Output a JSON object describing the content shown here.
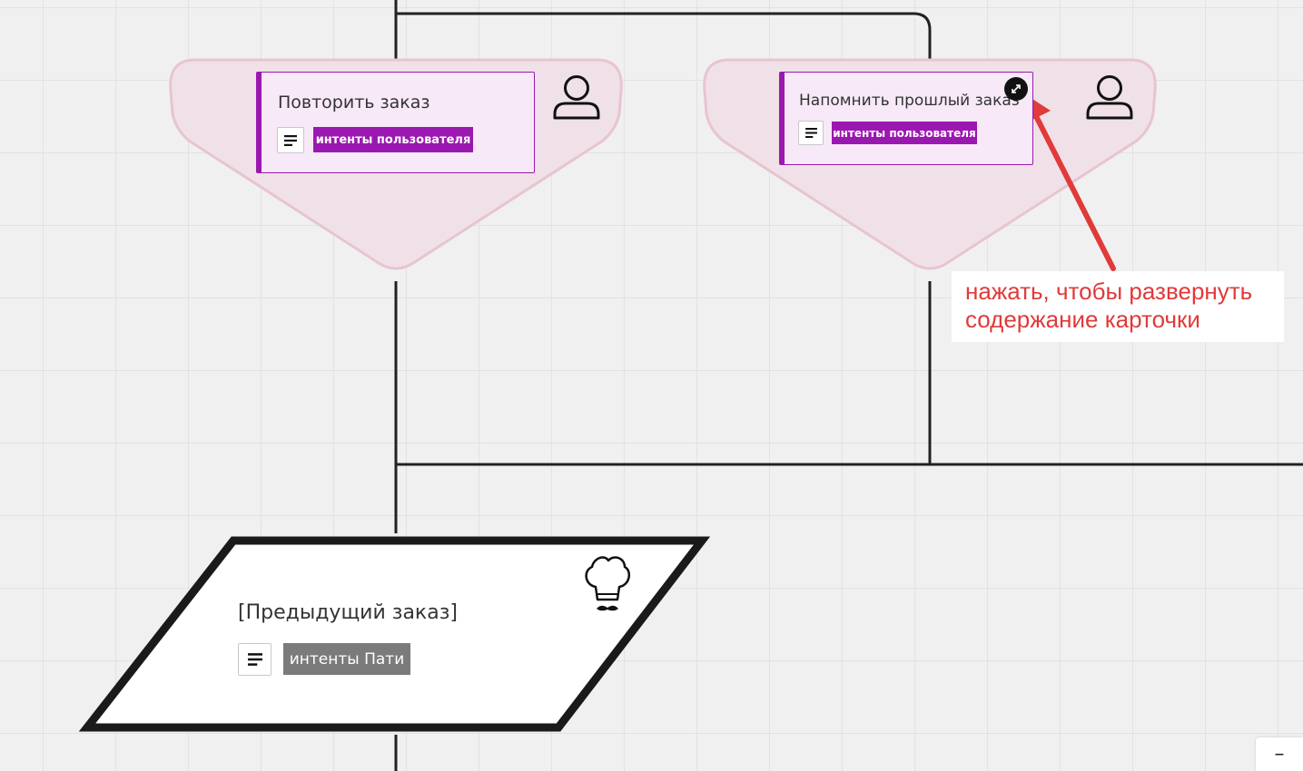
{
  "cards": {
    "repeat_order": {
      "title": "Повторить заказ",
      "tag": "интенты пользователя"
    },
    "remind_order": {
      "title": "Напомнить прошлый заказ",
      "tag": "интенты пользователя"
    },
    "previous_order": {
      "title": "[Предыдущий заказ]",
      "tag": "интенты Пати"
    }
  },
  "annotation": {
    "line1": "нажать, чтобы развернуть",
    "line2": "содержание карточки"
  },
  "zoom": {
    "minus_label": "–"
  },
  "icons": {
    "user": "user-icon",
    "chef": "chef-hat-icon",
    "expand": "expand-icon",
    "document": "document-lines-icon"
  },
  "colors": {
    "user_accent": "#9b18b0",
    "user_card_bg": "#f7e9f7",
    "decision_shape_fill": "#f0e1e8",
    "decision_shape_stroke": "#e8c4d0",
    "bot_tag": "#7b7b7b",
    "annotation": "#e03a3a",
    "connector": "#222222"
  }
}
